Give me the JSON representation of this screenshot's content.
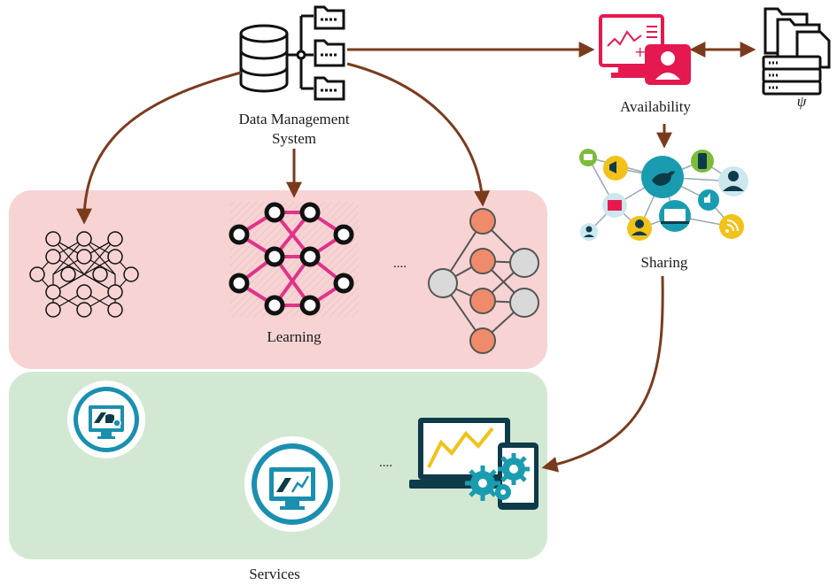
{
  "labels": {
    "dms_line1": "Data Management",
    "dms_line2": "System",
    "availability": "Availability",
    "psi": "ψ",
    "sharing": "Sharing",
    "learning": "Learning",
    "services": "Services",
    "learning_ellipsis": "....",
    "services_ellipsis": "...."
  },
  "colors": {
    "arrow": "#7a3b1d",
    "learning_panel": "#f7d3d3",
    "services_panel": "#d3e8d3",
    "network_pink": "#e0338a",
    "node_orange": "#ef8b6a",
    "availability_red": "#e5194f",
    "service_teal": "#1a8fb0",
    "gear_teal": "#1a9cb0",
    "chart_yellow": "#f2c21a"
  },
  "icons": {
    "database": "database-icon",
    "folders": "folder-icon",
    "availability": "monitor-user-icon",
    "storage": "file-server-icon",
    "sharing": "social-network-icon",
    "services": "monitor-tools-icon",
    "analytics": "analytics-gears-icon"
  }
}
